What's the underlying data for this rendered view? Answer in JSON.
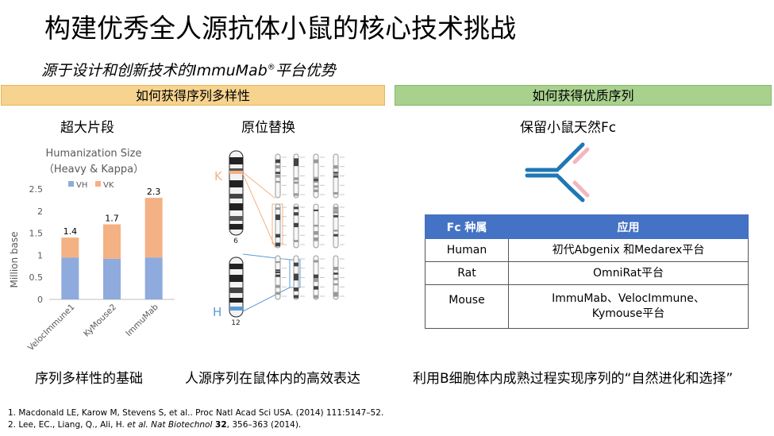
{
  "title": "构建优秀全人源抗体小鼠的核心技术挑战",
  "subtitle": {
    "text": "源于设计和创新技术的ImmuMab",
    "reg": "®",
    "suffix": "平台优势"
  },
  "banners": {
    "left": "如何获得序列多样性",
    "right": "如何获得优质序列"
  },
  "columns": {
    "col1": {
      "heading": "超大片段",
      "footer": "序列多样性的基础"
    },
    "col2": {
      "heading": "原位替换",
      "footer": "人源序列在鼠体内的高效表达"
    },
    "col3": {
      "heading": "保留小鼠天然Fc",
      "footer": "利用B细胞体内成熟过程实现序列的“自然进化和选择”"
    }
  },
  "chart_data": {
    "type": "bar",
    "stacked": true,
    "title": "Humanization Size",
    "subtitle": "（Heavy & Kappa）",
    "ylabel": "Million base",
    "xlabel": "",
    "ylim": [
      0,
      2.5
    ],
    "yticks": [
      "0",
      "0.5",
      "1",
      "1.5",
      "2",
      "2.5"
    ],
    "categories": [
      "VelocImmune1",
      "KyMouse2",
      "ImmuMab"
    ],
    "series": [
      {
        "name": "VH",
        "values": [
          0.95,
          0.92,
          0.95
        ],
        "color": "#8faadc"
      },
      {
        "name": "VK",
        "values": [
          0.45,
          0.78,
          1.35
        ],
        "color": "#f4b183"
      }
    ],
    "totals": [
      "1.4",
      "1.7",
      "2.3"
    ],
    "legend": "top",
    "grid": false
  },
  "chromosomes": {
    "labels": {
      "k": "K",
      "h": "H",
      "chr6": "6",
      "chr12": "12"
    },
    "colors": {
      "k": "#f4b183",
      "h": "#5b9bd5"
    }
  },
  "fc_table": {
    "headers": [
      "Fc 种属",
      "应用"
    ],
    "rows": [
      [
        "Human",
        "初代Abgenix 和Medarex平台"
      ],
      [
        "Rat",
        "OmniRat平台"
      ],
      [
        "Mouse",
        "ImmuMab、VelocImmune、",
        "Kymouse平台"
      ]
    ]
  },
  "references": {
    "ref1": "1. Macdonald LE, Karow M, Stevens S, et al.. Proc Natl Acad Sci USA. (2014) 111:5147–52.",
    "ref2_a": "2. Lee, EC., Liang, Q., Ali, H. ",
    "ref2_b": "et al. Nat Biotechnol",
    "ref2_c": " 32",
    "ref2_d": ", 356–363 (2014)."
  },
  "colors": {
    "header_blue": "#4472c4",
    "banner_orange": "#f6d38e",
    "banner_green": "#a9d18e"
  }
}
